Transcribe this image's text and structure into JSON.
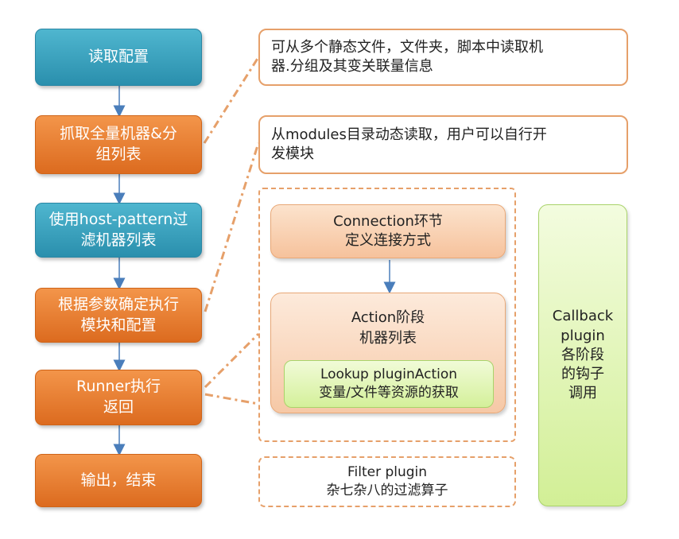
{
  "flow": {
    "read_config": "读取配置",
    "fetch_hosts": "抓取全量机器&分\n组列表",
    "filter_hosts": "使用host-pattern过\n滤机器列表",
    "determine_module": "根据参数确定执行\n模块和配置",
    "runner": "Runner执行\n返回",
    "output": "输出，结束"
  },
  "notes": {
    "inventory": "可从多个静态文件，文件夹，脚本中读取机\n器.分组及其变关联量信息",
    "modules": "从modules目录动态读取，用户可以自行开\n发模块"
  },
  "runner_detail": {
    "connection": "Connection环节\n定义连接方式",
    "action": "Action阶段\n机器列表",
    "lookup": "Lookup pluginAction\n变量/文件等资源的获取"
  },
  "callback": "Callback\nplugin\n各阶段\n的钩子\n调用",
  "filter": "Filter plugin\n杂七杂八的过滤算子",
  "colors": {
    "blue": "#3aa1bf",
    "orange": "#e8782c",
    "dash": "#e6a06a",
    "green": "#d4f09a"
  }
}
